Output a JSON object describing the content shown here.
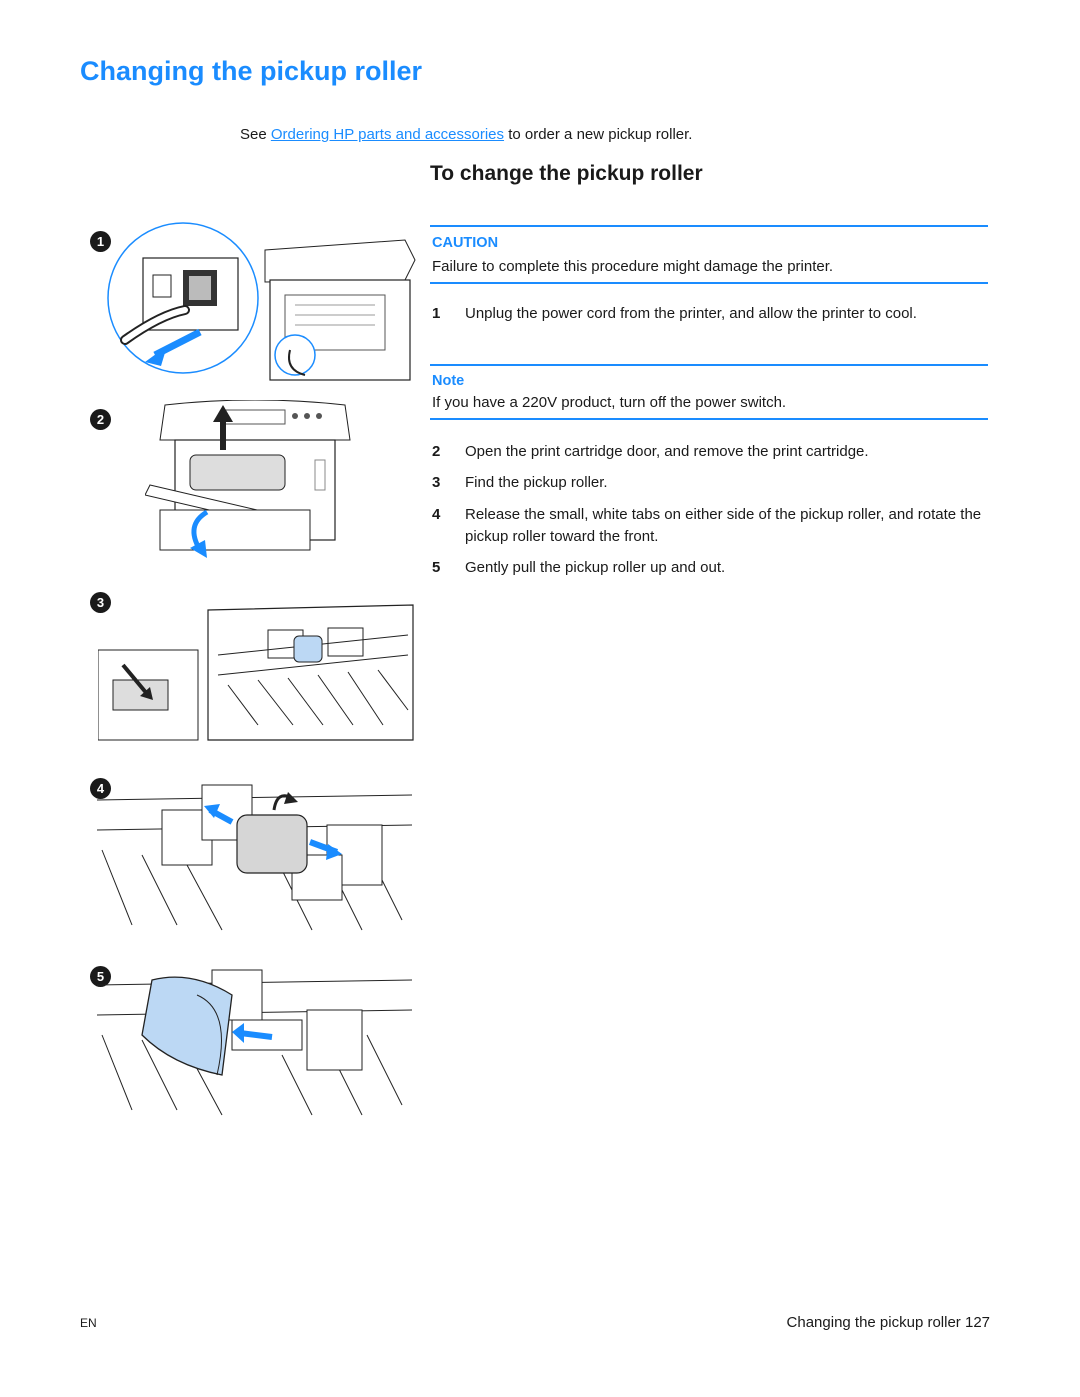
{
  "title": "Changing the pickup roller",
  "intro": {
    "prefix": "See ",
    "link": "Ordering HP parts and accessories",
    "suffix": " to order a new pickup roller."
  },
  "section_heading": "To change the pickup roller",
  "caution": {
    "label": "CAUTION",
    "text": "Failure to complete this procedure might damage the printer."
  },
  "note": {
    "label": "Note",
    "text": "If you have a 220V product, turn off the power switch."
  },
  "steps": [
    {
      "num": "1",
      "text": "Unplug the power cord from the printer, and allow the printer to cool."
    },
    {
      "num": "2",
      "text": "Open the print cartridge door, and remove the print cartridge."
    },
    {
      "num": "3",
      "text": "Find the pickup roller."
    },
    {
      "num": "4",
      "text": "Release the small, white tabs on either side of the pickup roller, and rotate the pickup roller toward the front."
    },
    {
      "num": "5",
      "text": "Gently pull the pickup roller up and out."
    }
  ],
  "illustrations": [
    {
      "badge": "1",
      "icon": "unplug-power-cord-illustration"
    },
    {
      "badge": "2",
      "icon": "open-cartridge-door-illustration"
    },
    {
      "badge": "3",
      "icon": "locate-pickup-roller-illustration"
    },
    {
      "badge": "4",
      "icon": "release-roller-tabs-illustration"
    },
    {
      "badge": "5",
      "icon": "remove-roller-illustration"
    }
  ],
  "footer": {
    "left": "EN",
    "right": "Changing the pickup roller 127"
  },
  "colors": {
    "accent": "#1a8cff",
    "text": "#1a1a1a",
    "highlight": "#bcd8f4"
  }
}
